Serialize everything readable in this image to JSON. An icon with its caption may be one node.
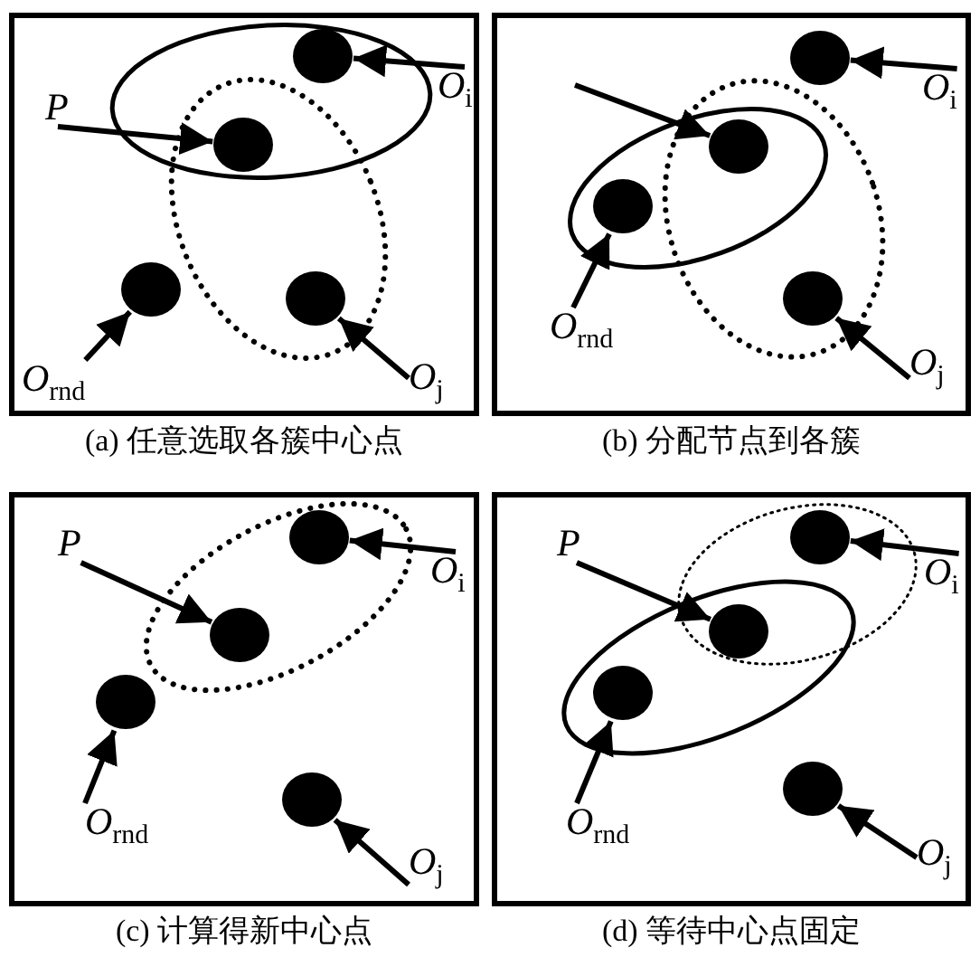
{
  "diagram": {
    "nodes": [
      {
        "text": [],
        "shape": "box",
        "beside": [
          "(a) 任意选取各簇中心点"
        ]
      },
      {
        "text": [],
        "shape": "circle",
        "in": 0
      },
      {
        "text": [],
        "shape": "circle",
        "in": 0
      },
      {
        "text": [],
        "shape": "circle",
        "in": 0
      },
      {
        "text": [],
        "shape": "circle",
        "in": 0
      },
      {
        "text": [
          "*P*"
        ],
        "in": 0
      },
      {
        "text": [
          "*O*$_{i}$"
        ],
        "in": 0
      },
      {
        "text": [
          "*O*$_{rnd}$"
        ],
        "in": 0
      },
      {
        "text": [
          "*O*$_{j}$"
        ],
        "in": 0
      },
      {
        "text": [],
        "shape": "box",
        "beside": [
          "(b) 分配节点到各簇"
        ]
      },
      {
        "text": [],
        "shape": "circle",
        "in": 9
      },
      {
        "text": [],
        "shape": "circle",
        "in": 9
      },
      {
        "text": [],
        "shape": "circle",
        "in": 9
      },
      {
        "text": [],
        "shape": "circle",
        "in": 9
      },
      {
        "text": [
          "*O*$_{i}$"
        ],
        "in": 9
      },
      {
        "text": [
          "*O*$_{rnd}$"
        ],
        "in": 9
      },
      {
        "text": [
          "*O*$_{j}$"
        ],
        "in": 9
      },
      {
        "text": [],
        "shape": "box",
        "beside": [
          "(c) 计算得新中心点"
        ]
      },
      {
        "text": [],
        "shape": "circle",
        "in": 17
      },
      {
        "text": [],
        "shape": "circle",
        "in": 17
      },
      {
        "text": [],
        "shape": "circle",
        "in": 17
      },
      {
        "text": [],
        "shape": "circle",
        "in": 17
      },
      {
        "text": [
          "*P*"
        ],
        "in": 17
      },
      {
        "text": [
          "*O*$_{i}$"
        ],
        "in": 17
      },
      {
        "text": [
          "*O*$_{rnd}$"
        ],
        "in": 17
      },
      {
        "text": [
          "*O*$_{j}$"
        ],
        "in": 17
      },
      {
        "text": [],
        "shape": "box",
        "beside": [
          "(d) 等待中心点固定"
        ]
      },
      {
        "text": [],
        "shape": "circle",
        "in": 26
      },
      {
        "text": [],
        "shape": "circle",
        "in": 26
      },
      {
        "text": [],
        "shape": "circle",
        "in": 26
      },
      {
        "text": [],
        "shape": "circle",
        "in": 26
      },
      {
        "text": [
          "*P*"
        ],
        "in": 26
      },
      {
        "text": [
          "*O*$_{i}$"
        ],
        "in": 26
      },
      {
        "text": [
          "*O*$_{rnd}$"
        ],
        "in": 26
      },
      {
        "text": [
          "*O*$_{j}$"
        ],
        "in": 26
      }
    ],
    "edges": [
      {
        "from": 5,
        "to": 2,
        "arrow": "to"
      },
      {
        "from": 6,
        "to": 1,
        "arrow": "to"
      },
      {
        "from": 7,
        "to": 3,
        "arrow": "to"
      },
      {
        "from": 8,
        "to": 4,
        "arrow": "to"
      },
      {
        "from": null,
        "to": 11,
        "arrow": "to"
      },
      {
        "from": 14,
        "to": 10,
        "arrow": "to"
      },
      {
        "from": 15,
        "to": 12,
        "arrow": "to"
      },
      {
        "from": 16,
        "to": 13,
        "arrow": "to"
      },
      {
        "from": 22,
        "to": 19,
        "arrow": "to"
      },
      {
        "from": 23,
        "to": 18,
        "arrow": "to"
      },
      {
        "from": 24,
        "to": 20,
        "arrow": "to"
      },
      {
        "from": 25,
        "to": 21,
        "arrow": "to"
      },
      {
        "from": 31,
        "to": 28,
        "arrow": "to"
      },
      {
        "from": 32,
        "to": 27,
        "arrow": "to"
      },
      {
        "from": 33,
        "to": 29,
        "arrow": "to"
      },
      {
        "from": 34,
        "to": 30,
        "arrow": "to"
      }
    ]
  }
}
